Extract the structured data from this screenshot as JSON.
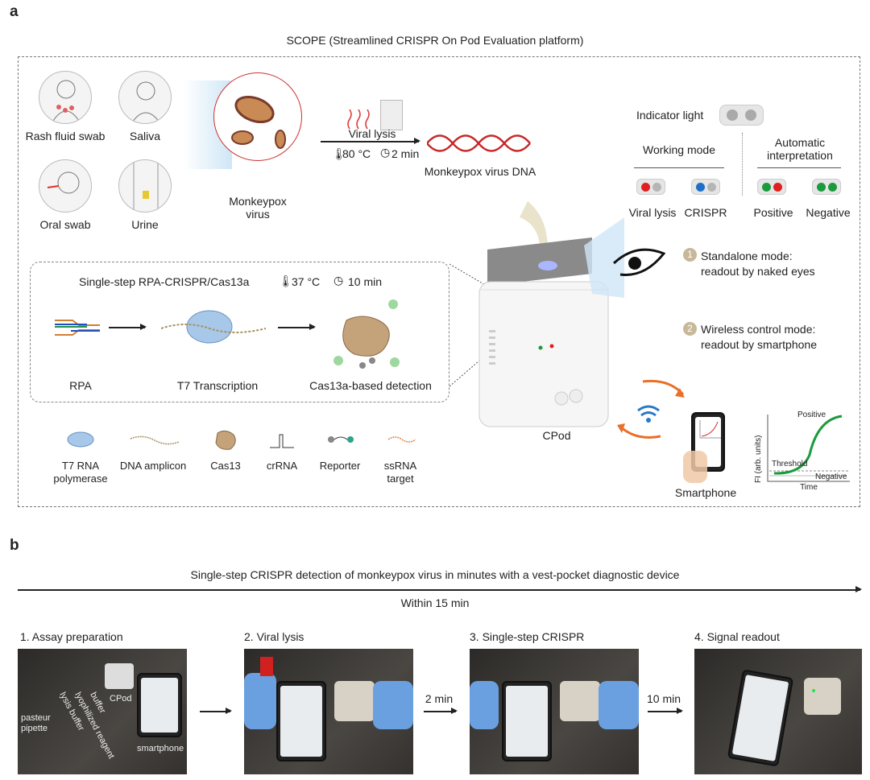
{
  "panel_a": {
    "label": "a",
    "title": "SCOPE (Streamlined CRISPR On Pod Evaluation platform)",
    "samples": [
      "Rash fluid swab",
      "Saliva",
      "Oral swab",
      "Urine"
    ],
    "virus": "Monkeypox virus",
    "lysis": {
      "label": "Viral lysis",
      "temp": "80 °C",
      "time": "2 min"
    },
    "dna": "Monkeypox virus DNA",
    "indicator": {
      "title": "Indicator light",
      "working_mode": "Working mode",
      "auto": "Automatic interpretation",
      "modes": [
        "Viral lysis",
        "CRISPR",
        "Positive",
        "Negative"
      ],
      "colors": {
        "red": "#e02020",
        "grey": "#b5b5b5",
        "blue": "#1f6fc9",
        "green": "#1a9b3c"
      }
    },
    "reaction": {
      "title": "Single-step RPA-CRISPR/Cas13a",
      "temp": "37 °C",
      "time": "10 min",
      "steps": [
        "RPA",
        "T7 Transcription",
        "Cas13a-based detection"
      ]
    },
    "legend": [
      "T7 RNA polymerase",
      "DNA amplicon",
      "Cas13",
      "crRNA",
      "Reporter",
      "ssRNA target"
    ],
    "device": "CPod",
    "modes": [
      {
        "num": "1",
        "line1": "Standalone mode:",
        "line2": "readout by naked eyes"
      },
      {
        "num": "2",
        "line1": "Wireless control mode:",
        "line2": "readout by smartphone"
      }
    ],
    "smartphone": "Smartphone",
    "chart": {
      "ylabel": "FI (arb. units)",
      "xlabel": "Time",
      "positive": "Positive",
      "negative": "Negative",
      "threshold": "Threshold"
    }
  },
  "panel_b": {
    "label": "b",
    "title": "Single-step CRISPR detection of monkeypox virus in minutes with a vest-pocket diagnostic device",
    "within": "Within 15 min",
    "steps": [
      "1. Assay preparation",
      "2. Viral lysis",
      "3. Single-step CRISPR",
      "4. Signal readout"
    ],
    "intervals": [
      "2 min",
      "10 min"
    ],
    "photo1_labels": [
      "pasteur pipette",
      "lysis buffer",
      "lyophilized reagent",
      "buffer",
      "CPod",
      "smartphone"
    ]
  }
}
